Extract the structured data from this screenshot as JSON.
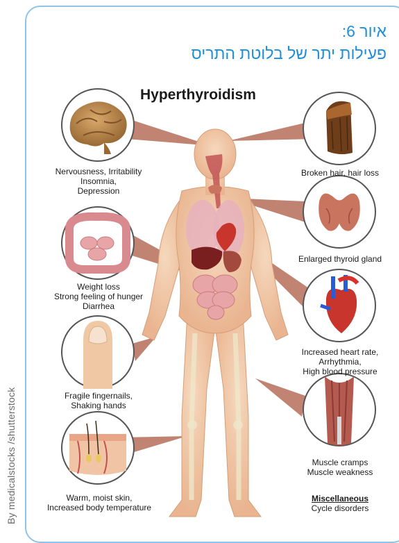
{
  "figure": {
    "label": "איור 6:",
    "title": "פעילות יתר של בלוטת התריס"
  },
  "credit": "By medicalstocks /shutterstock",
  "illustration": {
    "title": "Hyperthyroidism",
    "captions": {
      "brain": [
        "Nervousness, Irritability",
        "Insomnia,",
        "Depression"
      ],
      "hair": [
        "Broken hair, hair loss"
      ],
      "intestine": [
        "Weight loss",
        "Strong feeling of hunger",
        "Diarrhea"
      ],
      "thyroid": [
        "Enlarged thyroid gland"
      ],
      "heart": [
        "Increased heart rate,",
        "Arrhythmia,",
        "High blood pressure"
      ],
      "nail": [
        "Fragile fingernails,",
        "Shaking hands"
      ],
      "muscle": [
        "Muscle cramps",
        "Muscle weakness"
      ],
      "skin": [
        "Warm, moist skin,",
        "Increased body temperature"
      ],
      "misc_heading": "Miscellaneous",
      "misc": [
        "Cycle disorders"
      ]
    }
  },
  "colors": {
    "frame_border": "#8fc3ea",
    "hebrew_title": "#1e8fd8",
    "pointer": "#b8735e",
    "circle_border": "#555555",
    "skin": "#f1c9a6"
  }
}
